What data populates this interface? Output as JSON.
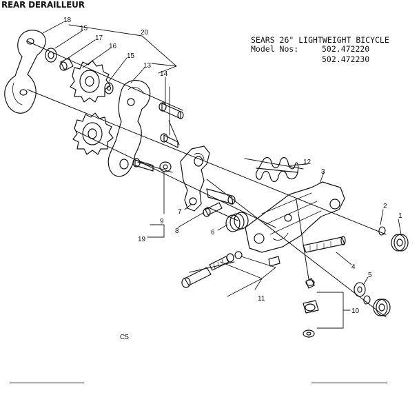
{
  "title": "REAR DERAILLEUR",
  "model_info": {
    "line1": "SEARS 26\" LIGHTWEIGHT BICYCLE",
    "line2_label": "Model Nos:",
    "model1": "502.472220",
    "model2": "502.472230"
  },
  "footer_code": "C5",
  "callouts": [
    "18",
    "15",
    "17",
    "20",
    "16",
    "15",
    "13",
    "14",
    "12",
    "3",
    "2",
    "1",
    "7",
    "9",
    "8",
    "6",
    "19",
    "4",
    "5",
    "11",
    "10"
  ]
}
